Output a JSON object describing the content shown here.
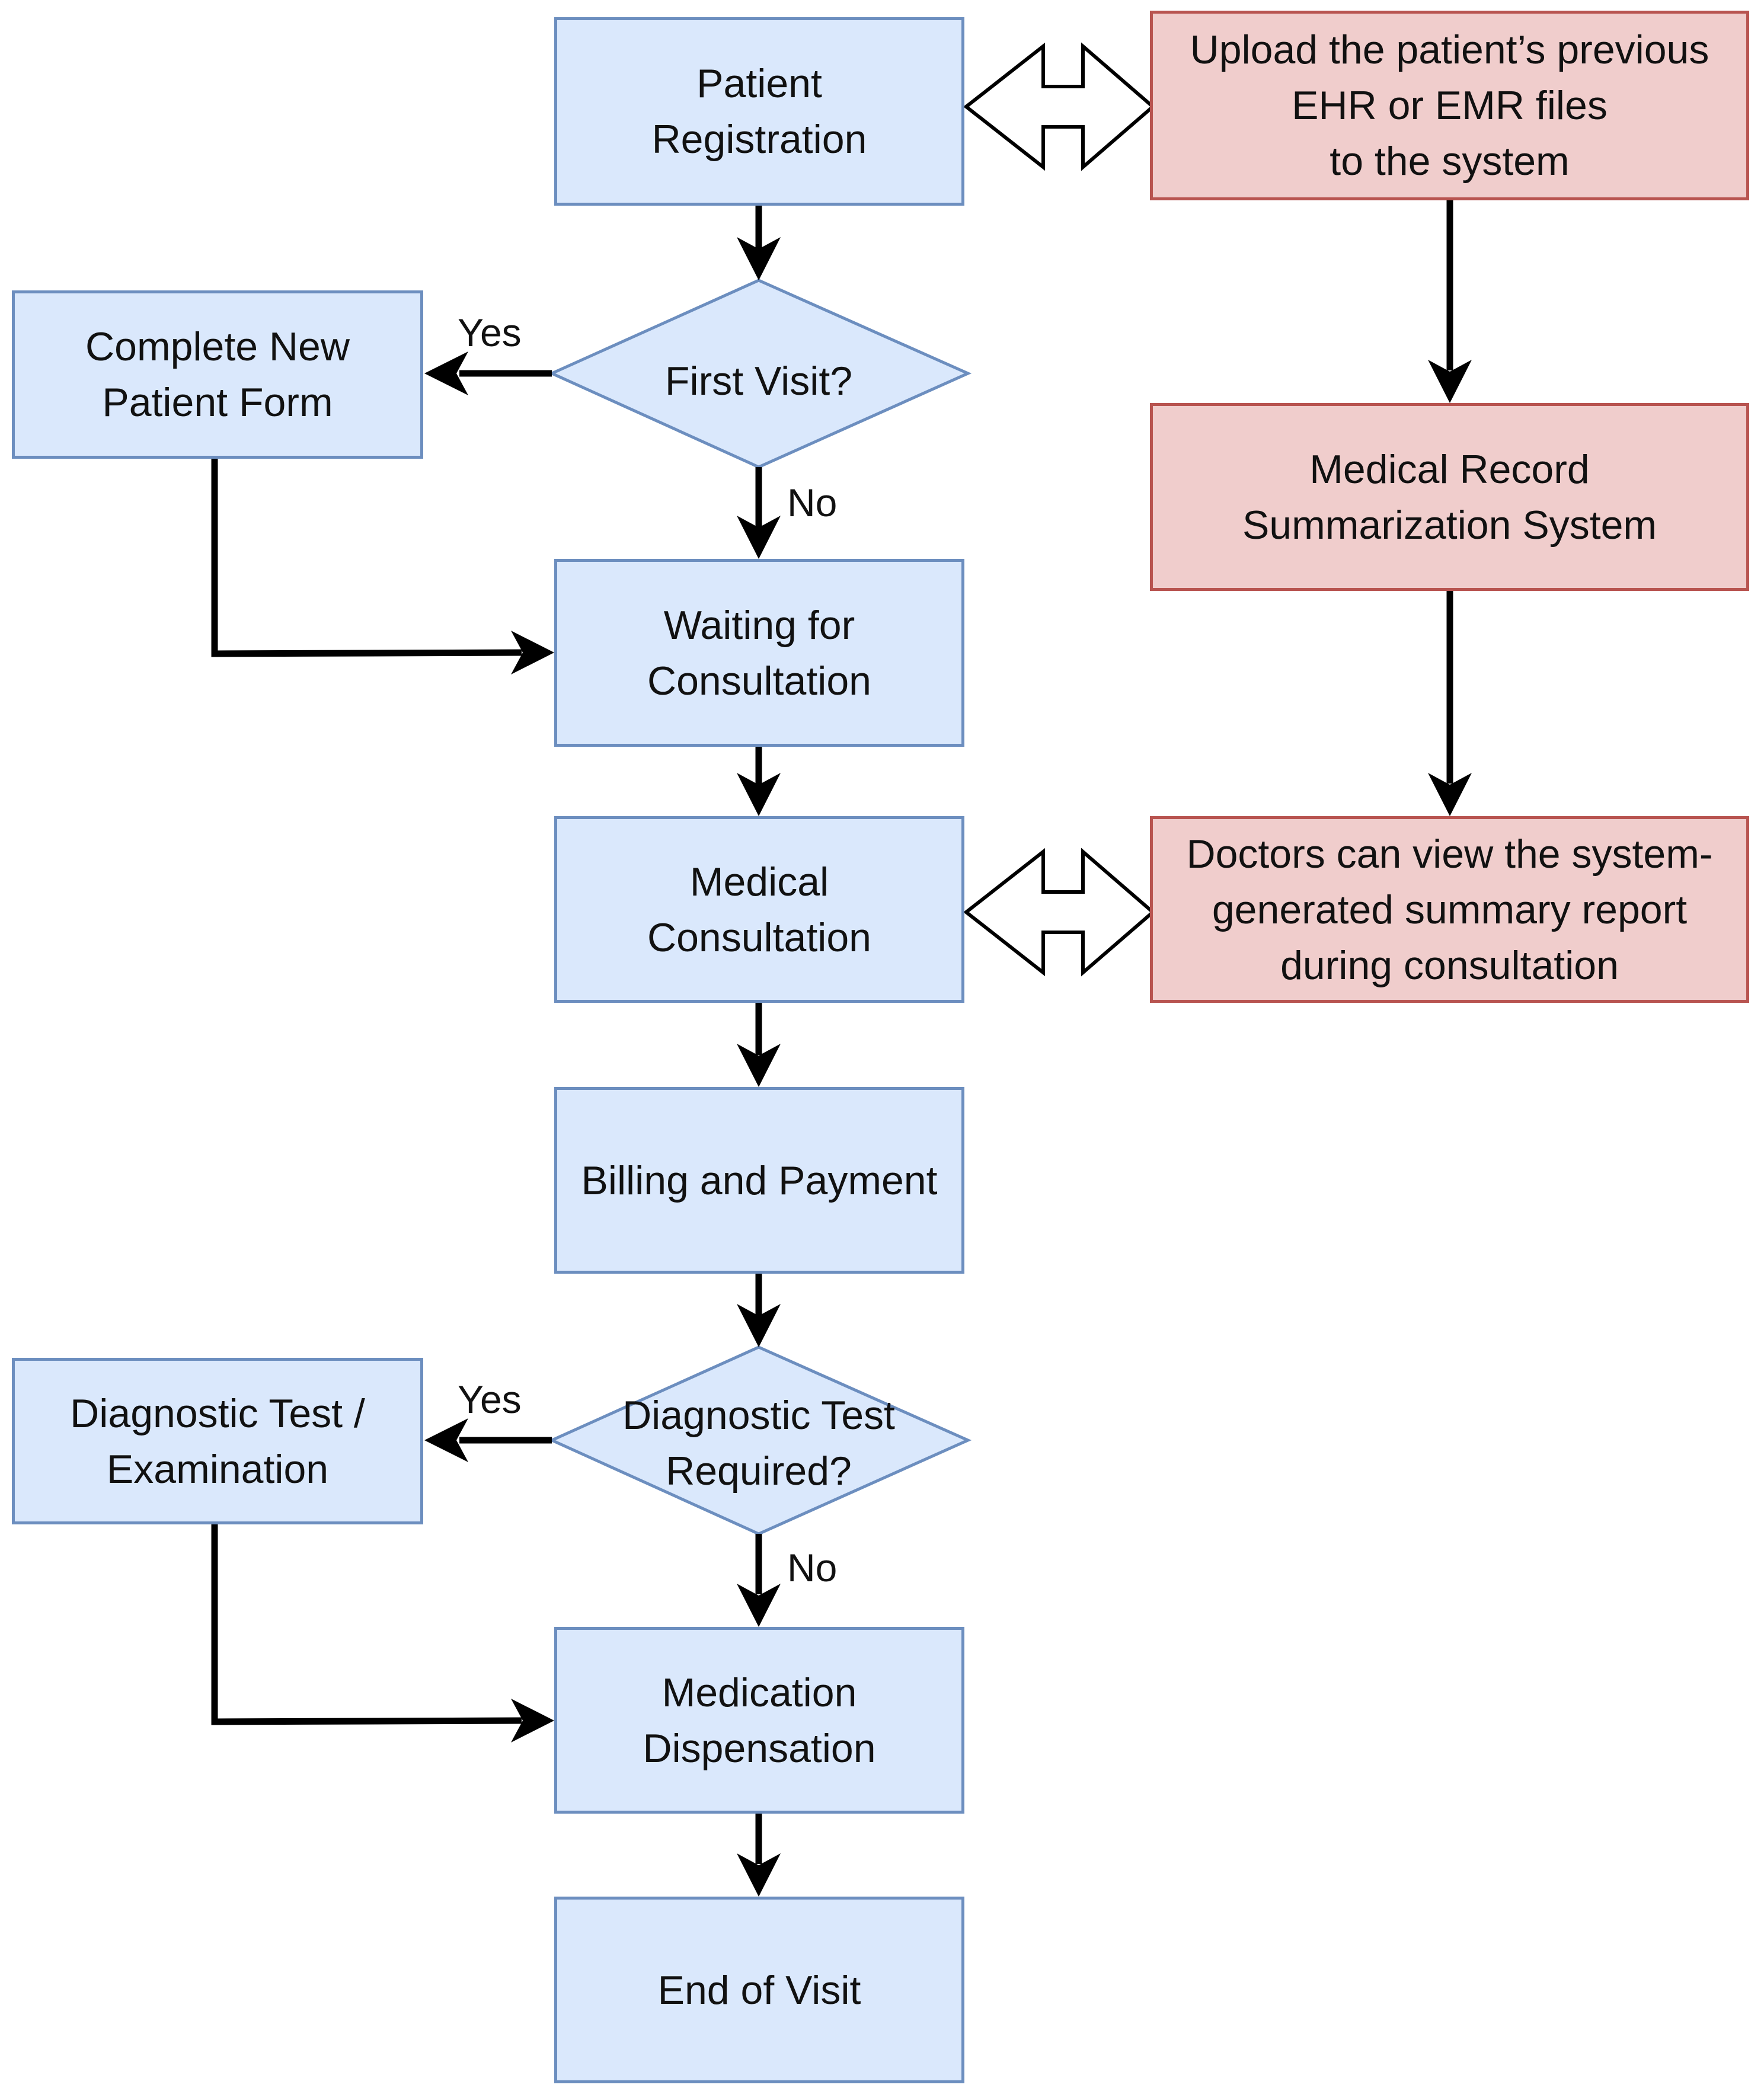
{
  "diagram": {
    "title": "Patient visit workflow with medical record summarization",
    "colors": {
      "process_fill": "#dae8fc",
      "process_border": "#6c8ebf",
      "system_fill": "#f0cdcc",
      "system_border": "#b85450",
      "arrow": "#000000"
    },
    "nodes": {
      "patient_registration": "Patient\nRegistration",
      "first_visit": "First Visit?",
      "complete_new_patient_form": "Complete New\nPatient Form",
      "waiting_for_consultation": "Waiting for\nConsultation",
      "medical_consultation": "Medical\nConsultation",
      "billing_and_payment": "Billing and Payment",
      "diagnostic_test_required": "Diagnostic Test\nRequired?",
      "diagnostic_test_examination": "Diagnostic Test /\nExamination",
      "medication_dispensation": "Medication\nDispensation",
      "end_of_visit": "End of Visit",
      "upload_ehr": "Upload the patient’s previous\nEHR or EMR files\nto the system",
      "summarization_system": "Medical Record\nSummarization System",
      "doctors_view_report": "Doctors can view the system-\ngenerated summary report\nduring consultation"
    },
    "edge_labels": {
      "first_visit_yes": "Yes",
      "first_visit_no": "No",
      "diagnostic_yes": "Yes",
      "diagnostic_no": "No"
    },
    "edges": [
      {
        "from": "patient_registration",
        "to": "first_visit"
      },
      {
        "from": "first_visit",
        "to": "complete_new_patient_form",
        "label": "Yes"
      },
      {
        "from": "first_visit",
        "to": "waiting_for_consultation",
        "label": "No"
      },
      {
        "from": "complete_new_patient_form",
        "to": "waiting_for_consultation"
      },
      {
        "from": "waiting_for_consultation",
        "to": "medical_consultation"
      },
      {
        "from": "medical_consultation",
        "to": "billing_and_payment"
      },
      {
        "from": "billing_and_payment",
        "to": "diagnostic_test_required"
      },
      {
        "from": "diagnostic_test_required",
        "to": "diagnostic_test_examination",
        "label": "Yes"
      },
      {
        "from": "diagnostic_test_required",
        "to": "medication_dispensation",
        "label": "No"
      },
      {
        "from": "diagnostic_test_examination",
        "to": "medication_dispensation"
      },
      {
        "from": "medication_dispensation",
        "to": "end_of_visit"
      },
      {
        "from": "upload_ehr",
        "to": "summarization_system"
      },
      {
        "from": "summarization_system",
        "to": "doctors_view_report"
      },
      {
        "from": "patient_registration",
        "to": "upload_ehr",
        "type": "bidirectional"
      },
      {
        "from": "medical_consultation",
        "to": "doctors_view_report",
        "type": "bidirectional"
      }
    ]
  }
}
